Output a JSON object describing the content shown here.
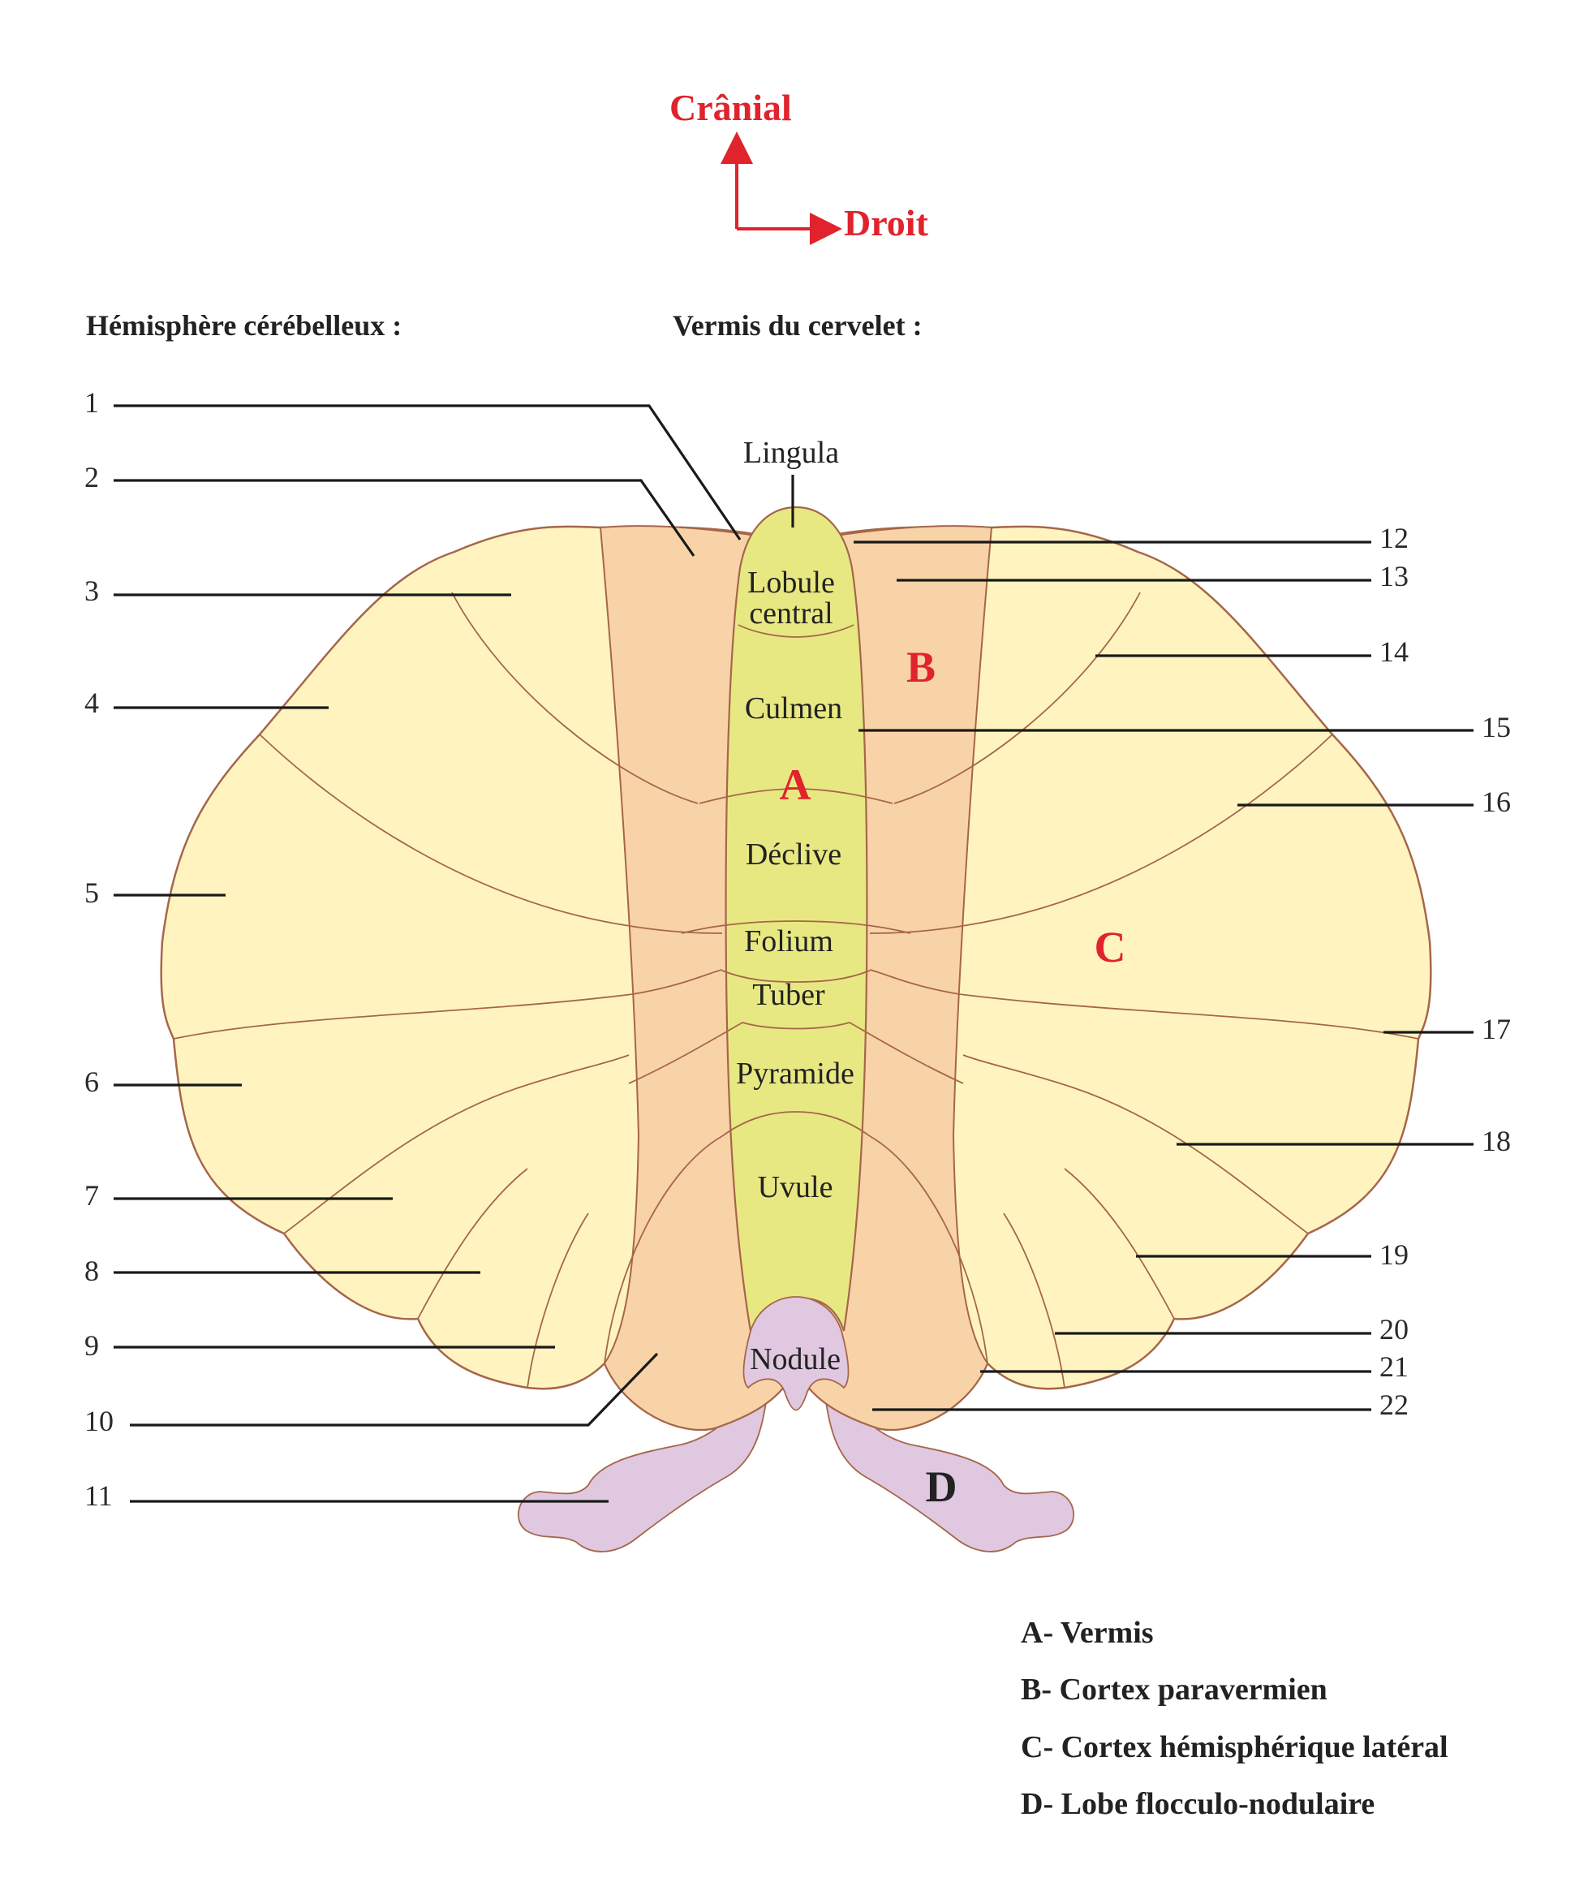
{
  "orientation": {
    "cranial": "Crânial",
    "right": "Droit",
    "color": "#e0232c"
  },
  "headers": {
    "hemisphere": "Hémisphère cérébelleux :",
    "vermis": "Vermis du cervelet :"
  },
  "vermis_lobules": {
    "lingula": "Lingula",
    "lobule_central_1": "Lobule",
    "lobule_central_2": "central",
    "culmen": "Culmen",
    "declive": "Déclive",
    "folium": "Folium",
    "tuber": "Tuber",
    "pyramide": "Pyramide",
    "uvule": "Uvule",
    "nodule": "Nodule"
  },
  "region_letters": {
    "a": "A",
    "b": "B",
    "c": "C",
    "d": "D"
  },
  "left_numbers": [
    "1",
    "2",
    "3",
    "4",
    "5",
    "6",
    "7",
    "8",
    "9",
    "10",
    "11"
  ],
  "right_numbers": [
    "12",
    "13",
    "14",
    "15",
    "16",
    "17",
    "18",
    "19",
    "20",
    "21",
    "22"
  ],
  "legend": [
    "A- Vermis",
    "B- Cortex paravermien",
    "C- Cortex hémisphérique latéral",
    "D- Lobe flocculo-nodulaire"
  ],
  "colors": {
    "hemisphere": "#fff4c0",
    "paravermis": "#f9d3a8",
    "vermis": "#e8e883",
    "flocculonodular": "#dfc8e0",
    "outline": "#a5664a",
    "region_letter": "#e0232c"
  }
}
